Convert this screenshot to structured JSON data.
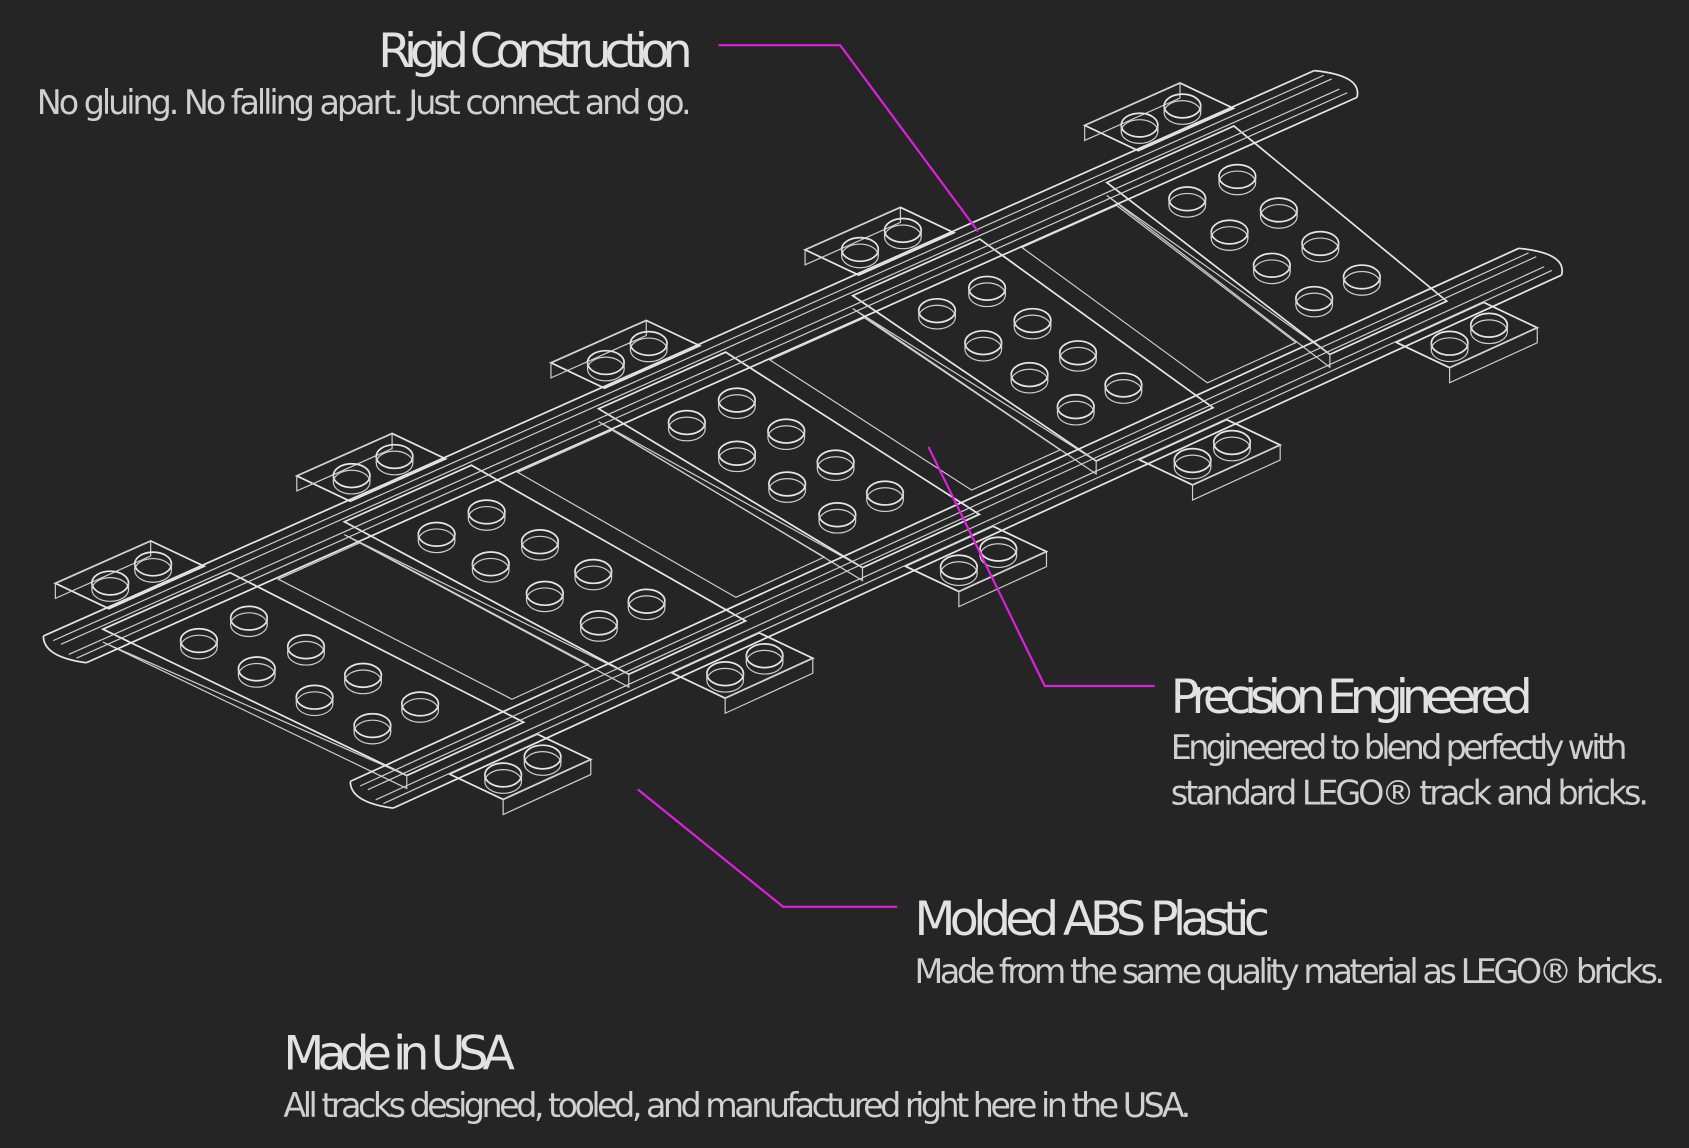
{
  "features": [
    {
      "title": "Rigid Construction",
      "lines": [
        "No gluing.  No falling apart.  Just connect and go."
      ]
    },
    {
      "title": "Precision Engineered",
      "lines": [
        "Engineered to blend perfectly with",
        "standard LEGO® track and bricks."
      ]
    },
    {
      "title": "Molded ABS Plastic",
      "lines": [
        "Made from the same quality material as LEGO® bricks."
      ]
    },
    {
      "title": "Made in USA",
      "lines": [
        "All tracks designed, tooled, and manufactured right here in the USA."
      ]
    }
  ],
  "colors": {
    "background": "#252525",
    "callout": "#e020e0",
    "line": "#e6e6e6"
  }
}
